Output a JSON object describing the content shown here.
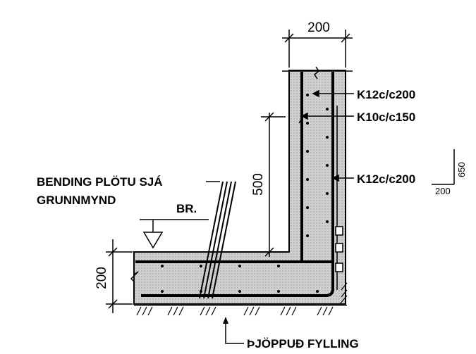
{
  "drawing": {
    "dim_wall_width": "200",
    "dim_height": "500",
    "dim_slab_thickness": "200",
    "rebar_outer_top": "K12c/c200",
    "rebar_inner": "K10c/c150",
    "rebar_outer_lower": "K12c/c200",
    "note_line1": "BENDING PLÖTU SJÁ",
    "note_line2": "GRUNNMYND",
    "section_mark": "BR.",
    "fill_label": "ÞJÖPPUÐ FYLLING",
    "hook_dim_vertical": "650",
    "hook_dim_horizontal": "200"
  },
  "colors": {
    "concrete_fill": "#cfcfcf",
    "ink": "#000000"
  }
}
